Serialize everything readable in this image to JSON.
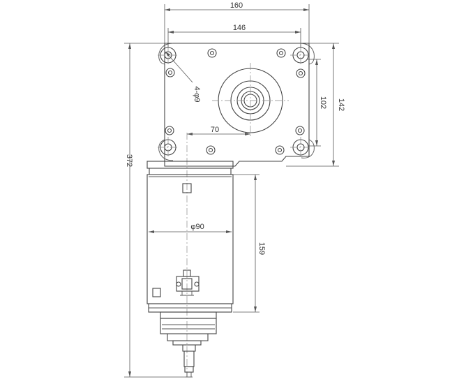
{
  "drawing": {
    "dimensions": {
      "overall_width": "160",
      "hole_spacing_x": "146",
      "overall_height": "372",
      "plate_height": "142",
      "hole_spacing_y": "102",
      "shaft_offset": "70",
      "mounting_holes": "4-φ9",
      "motor_diameter": "φ90",
      "motor_length": "159"
    }
  }
}
